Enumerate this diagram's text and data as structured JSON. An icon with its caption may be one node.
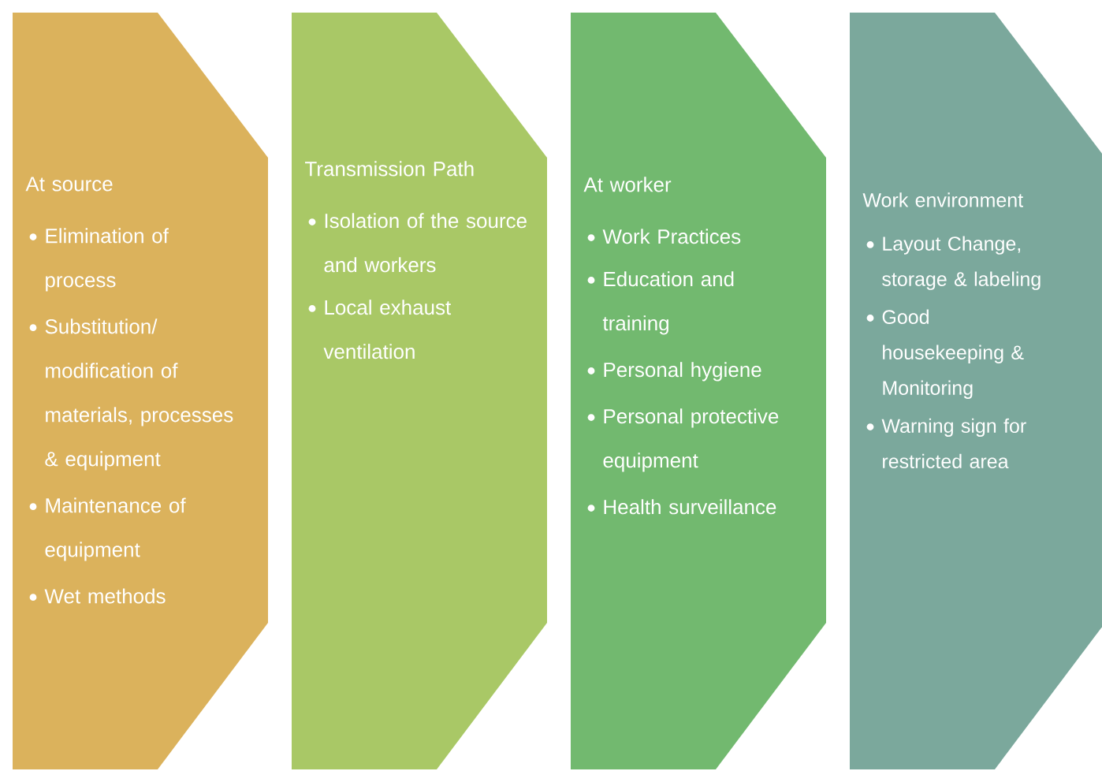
{
  "diagram": {
    "nodes": [
      {
        "text": [
          "At source",
          "Elimination of process",
          "Substitution/ modification of materials, processes & equipment",
          "Maintenance of equipment",
          "Wet methods"
        ]
      },
      {
        "text": [
          "Transmission Path",
          "Isolation of the source and workers",
          "Local  exhaust ventilation"
        ]
      },
      {
        "text": [
          "At worker",
          "Work Practices",
          "Education and training",
          "Personal hygiene",
          "Personal protective equipment",
          "Health surveillance"
        ]
      },
      {
        "text": [
          "Work environment",
          "Layout Change, storage & labeling",
          "Good housekeeping & Monitoring",
          "Warning sign for restricted area"
        ]
      }
    ]
  }
}
